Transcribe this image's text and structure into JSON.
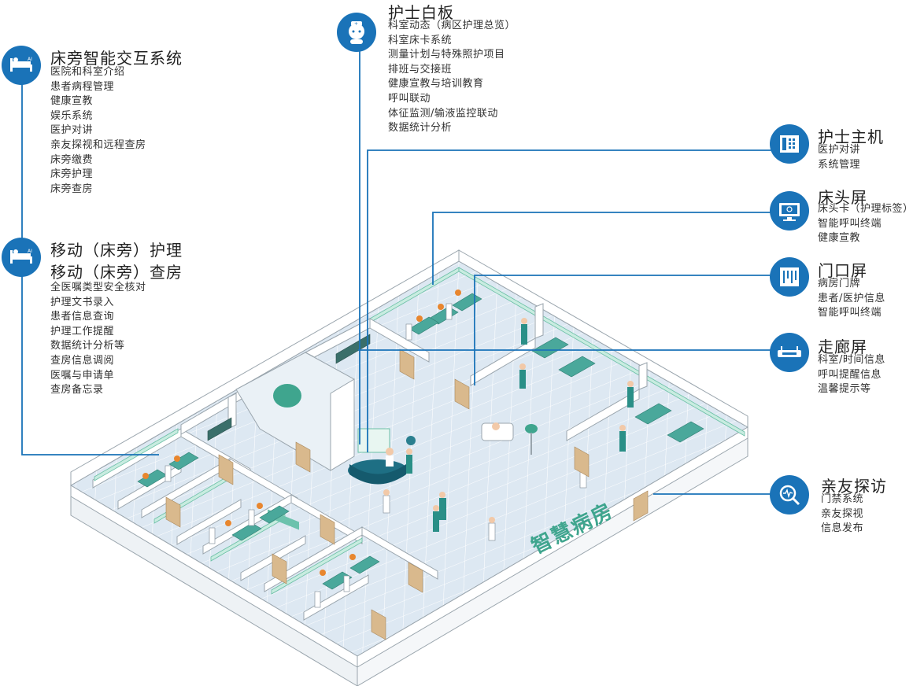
{
  "callouts": {
    "bedside": {
      "title": "床旁智能交互系统",
      "icon": "bed-ai-icon",
      "items": [
        "医院和科室介绍",
        "患者病程管理",
        "健康宣教",
        "娱乐系统",
        "医护对讲",
        "亲友探视和远程查房",
        "床旁缴费",
        "床旁护理",
        "床旁查房"
      ]
    },
    "mobile": {
      "title_line1": "移动（床旁）护理",
      "title_line2": "移动（床旁）查房",
      "icon": "bed-ai-icon",
      "items": [
        "全医嘱类型安全核对",
        "护理文书录入",
        "患者信息查询",
        "护理工作提醒",
        "数据统计分析等",
        "查房信息调阅",
        "医嘱与申请单",
        "查房备忘录"
      ]
    },
    "whiteboard": {
      "title": "护士白板",
      "icon": "nurse-icon",
      "items": [
        "科室动态（病区护理总览）",
        "科室床卡系统",
        "测量计划与特殊照护项目",
        "排班与交接班",
        "健康宣教与培训教育",
        "呼叫联动",
        "体征监测/输液监控联动",
        "数据统计分析"
      ]
    },
    "nurse_host": {
      "title": "护士主机",
      "icon": "desk-phone-icon",
      "items": [
        "医护对讲",
        "系统管理"
      ]
    },
    "bedhead": {
      "title": "床头屏",
      "icon": "monitor-icon",
      "items": [
        "床头卡（护理标签）",
        "智能呼叫终端",
        "健康宣教"
      ]
    },
    "door": {
      "title": "门口屏",
      "icon": "door-screen-icon",
      "items": [
        "病房门牌",
        "患者/医护信息",
        "智能呼叫终端"
      ]
    },
    "corridor": {
      "title": "走廊屏",
      "icon": "corridor-screen-icon",
      "items": [
        "科室/时间信息",
        "呼叫提醒信息",
        "温馨提示等"
      ]
    },
    "visit": {
      "title": "亲友探访",
      "icon": "visit-search-icon",
      "items": [
        "门禁系统",
        "亲友探视",
        "信息发布"
      ]
    }
  },
  "ward_label": "智慧病房",
  "colors": {
    "accent": "#1a73b8",
    "teal": "#3fa58e",
    "floor": "#dbe7f1",
    "wall": "#ffffff",
    "wall_stroke": "#9aa5ad"
  }
}
